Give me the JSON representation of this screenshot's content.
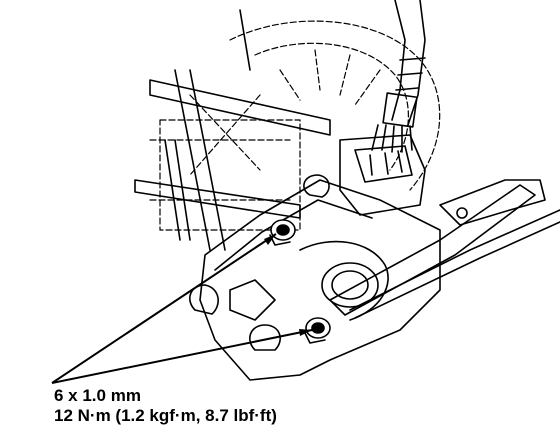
{
  "figure": {
    "subject": "engine-accessory-mounting-illustration",
    "ink_color": "#000000",
    "background_color": "#ffffff"
  },
  "callout": {
    "bolt_size": "6 x 1.0 mm",
    "torque_spec": "12 N·m (1.2 kgf·m, 8.7 lbf·ft)"
  }
}
